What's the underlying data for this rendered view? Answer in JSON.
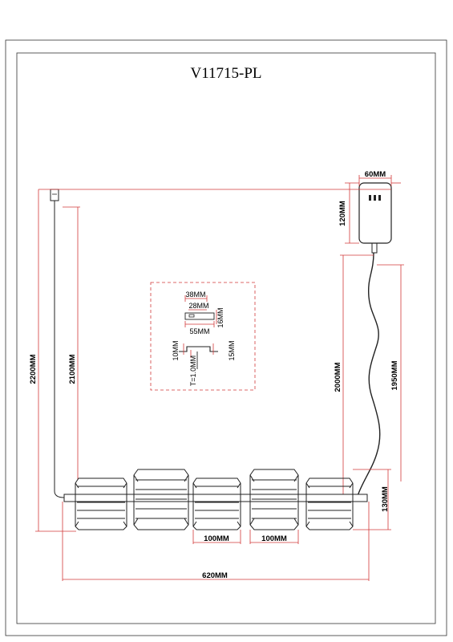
{
  "model": "V11715-PL",
  "dimensions": {
    "box_width": "60MM",
    "box_height": "120MM",
    "total_height": "2200MM",
    "suspension_height": "2100MM",
    "cable_length": "2000MM",
    "cord_length": "1950MM",
    "shade_height": "130MM",
    "shade_width_a": "100MM",
    "shade_width_b": "100MM",
    "total_length": "620MM"
  },
  "detail": {
    "width_38": "38MM",
    "width_28": "28MM",
    "height_16": "16MM",
    "width_55": "55MM",
    "height_10": "10MM",
    "height_15": "15MM",
    "thickness": "T=1.0MM"
  }
}
